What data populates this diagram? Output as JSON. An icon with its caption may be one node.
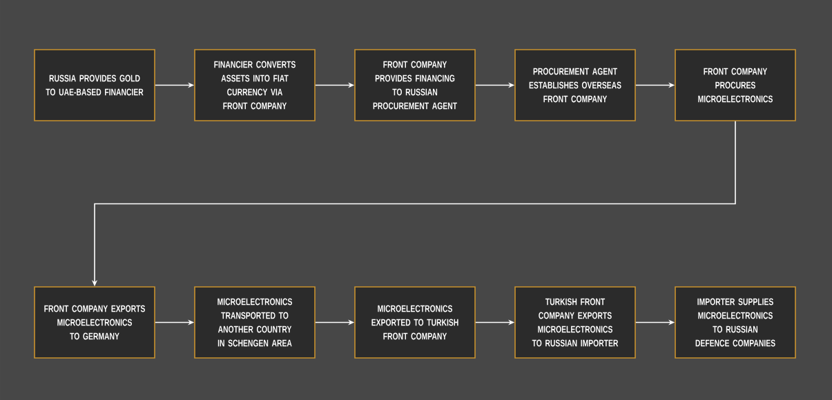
{
  "diagram": {
    "nodes": [
      {
        "text": [
          "RUSSIA PROVIDES GOLD TO UAE-BASED FINANCIER"
        ]
      },
      {
        "text": [
          "FINANCIER CONVERTS ASSETS INTO FIAT CURRENCY VIA FRONT COMPANY"
        ]
      },
      {
        "text": [
          "FRONT COMPANY PROVIDES FINANCING TO RUSSIAN PROCUREMENT AGENT"
        ]
      },
      {
        "text": [
          "PROCUREMENT AGENT ESTABLISHES OVERSEAS FRONT COMPANY"
        ]
      },
      {
        "text": [
          "FRONT COMPANY PROCURES MICROELECTRONICS"
        ]
      },
      {
        "text": [
          "FRONT COMPANY EXPORTS MICROELECTRONICS TO GERMANY"
        ]
      },
      {
        "text": [
          "MICROELECTRONICS TRANSPORTED TO ANOTHER COUNTRY IN SCHENGEN AREA"
        ]
      },
      {
        "text": [
          "MICROELECTRONICS EXPORTED TO TURKISH FRONT COMPANY"
        ]
      },
      {
        "text": [
          "TURKISH FRONT COMPANY EXPORTS MICROELECTRONICS TO RUSSIAN IMPORTER"
        ]
      },
      {
        "text": [
          "IMPORTER SUPPLIES MICROELECTRONICS TO RUSSIAN DEFENCE COMPANIES"
        ]
      }
    ],
    "edges": [
      {
        "from": 0,
        "to": 1,
        "arrow": "to"
      },
      {
        "from": 1,
        "to": 2,
        "arrow": "to"
      },
      {
        "from": 2,
        "to": 3,
        "arrow": "to"
      },
      {
        "from": 3,
        "to": 4,
        "arrow": "to"
      },
      {
        "from": 4,
        "to": 5,
        "arrow": "to"
      },
      {
        "from": 5,
        "to": 6,
        "arrow": "to"
      },
      {
        "from": 6,
        "to": 7,
        "arrow": "to"
      },
      {
        "from": 7,
        "to": 8,
        "arrow": "to"
      },
      {
        "from": 8,
        "to": 9,
        "arrow": "to"
      }
    ]
  }
}
